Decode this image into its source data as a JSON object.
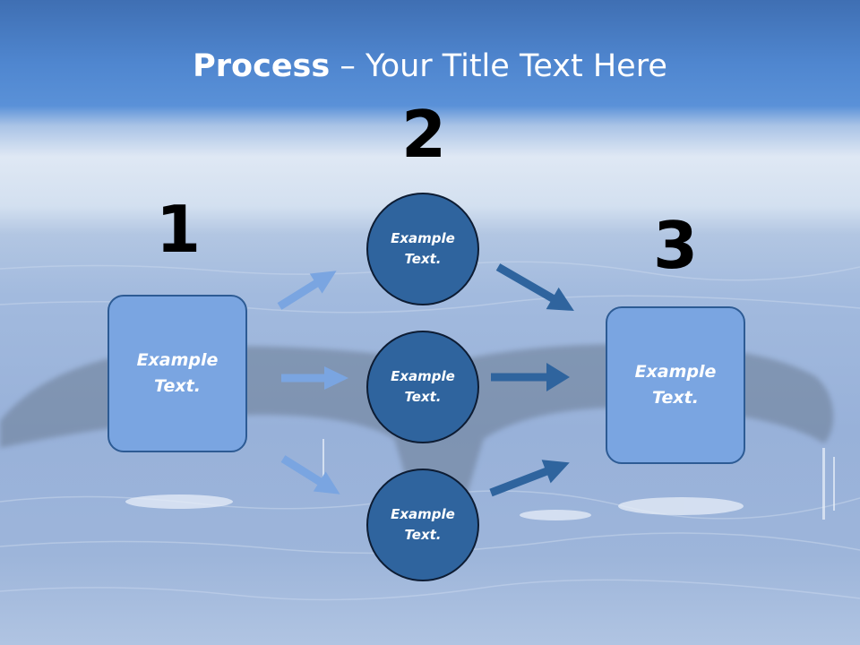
{
  "title": {
    "bold": "Process",
    "rest": " – Your Title Text Here"
  },
  "steps": [
    "1",
    "2",
    "3"
  ],
  "left_box": {
    "text": [
      "Example",
      "Text."
    ]
  },
  "right_box": {
    "text": [
      "Example",
      "Text."
    ]
  },
  "circles": [
    {
      "text": [
        "Example",
        "Text."
      ]
    },
    {
      "text": [
        "Example",
        "Text."
      ]
    },
    {
      "text": [
        "Example",
        "Text."
      ]
    }
  ],
  "colors": {
    "box_fill": "#7aa5e1",
    "circle_fill": "#2f649e",
    "arrow_light": "#7aa5e1",
    "arrow_dark": "#2f649e",
    "title": "#ffffff"
  },
  "icons": [
    "arrow-icon"
  ]
}
